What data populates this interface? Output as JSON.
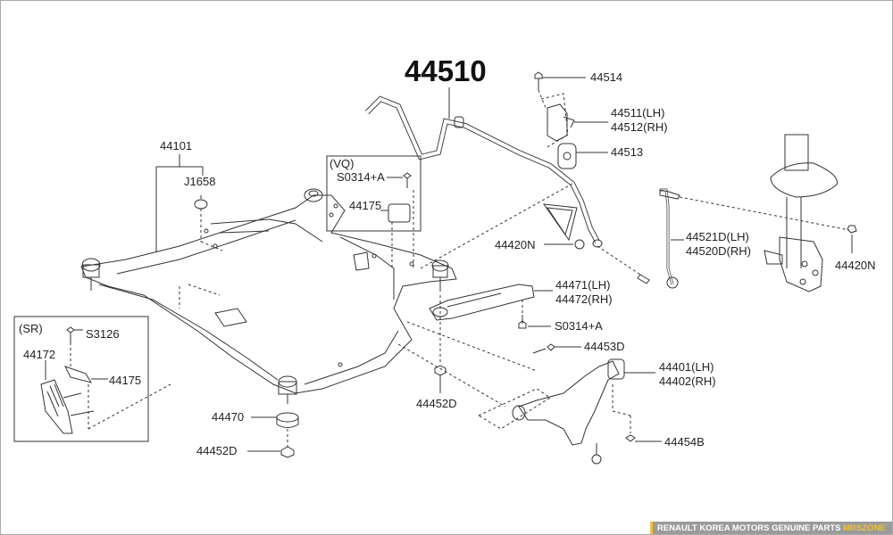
{
  "diagram": {
    "main_part": "44510",
    "labels": {
      "p44514": "44514",
      "p44511": "44511(LH)",
      "p44512": "44512(RH)",
      "p44513": "44513",
      "p44101": "44101",
      "pJ1658": "J1658",
      "vq_title": "(VQ)",
      "vq_s0314": "S0314+A",
      "vq_44175": "44175",
      "p44420n_left": "44420N",
      "p44521d": "44521D(LH)",
      "p44520d": "44520D(RH)",
      "p44420n_right": "44420N",
      "p44471": "44471(LH)",
      "p44472": "44472(RH)",
      "s0314_lower": "S0314+A",
      "sr_title": "(SR)",
      "sr_s3126": "S3126",
      "sr_44172": "44172",
      "sr_44175": "44175",
      "p44453d": "44453D",
      "p44401": "44401(LH)",
      "p44402": "44402(RH)",
      "p44452d_center": "44452D",
      "p44470": "44470",
      "p44452d_bottom": "44452D",
      "p44454b": "44454B"
    }
  },
  "footer": {
    "text": "RENAULT KOREA MOTORS GENUINE PARTS",
    "brand": "MRSZONE",
    "brand_color": "#f2c230"
  }
}
